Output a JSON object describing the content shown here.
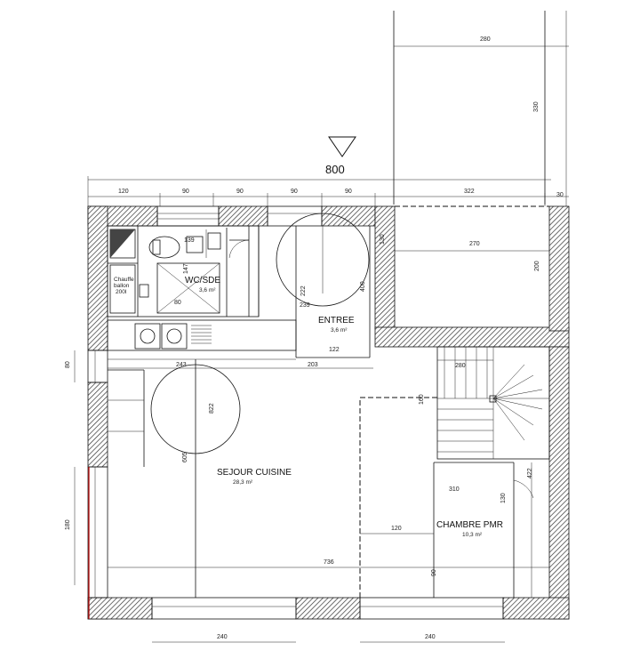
{
  "plan": {
    "orientation_label": "800",
    "rooms": {
      "wc": {
        "name": "WC/SDE",
        "area": "3,6 m²"
      },
      "entree": {
        "name": "ENTREE",
        "area": "3,6 m²"
      },
      "sejour": {
        "name": "SEJOUR CUISINE",
        "area": "28,3 m²"
      },
      "chambre": {
        "name": "CHAMBRE PMR",
        "area": "10,3 m²"
      }
    },
    "top_dims": [
      "120",
      "90",
      "90",
      "90",
      "90",
      "322",
      "30"
    ],
    "dims": {
      "d280_top": "280",
      "d330": "330",
      "d270": "270",
      "d200": "200",
      "d122": "122",
      "d203": "203",
      "d243": "243",
      "d80": "80",
      "d180": "180",
      "d280_stair": "280",
      "d160": "160",
      "d222": "222",
      "d239": "239",
      "d400": "400",
      "d822": "822",
      "d605": "605",
      "d310": "310",
      "d120": "120",
      "d736": "736",
      "d90": "90",
      "d139": "139",
      "d147": "147",
      "d422": "422",
      "d130": "130",
      "bottom_left": "240",
      "bottom_right": "240"
    },
    "labels": {
      "ballon": "Chauffe\nballon",
      "ballon_line1": "Chauffe",
      "ballon_line2": "ballon",
      "ballon_line3": "200l"
    }
  }
}
